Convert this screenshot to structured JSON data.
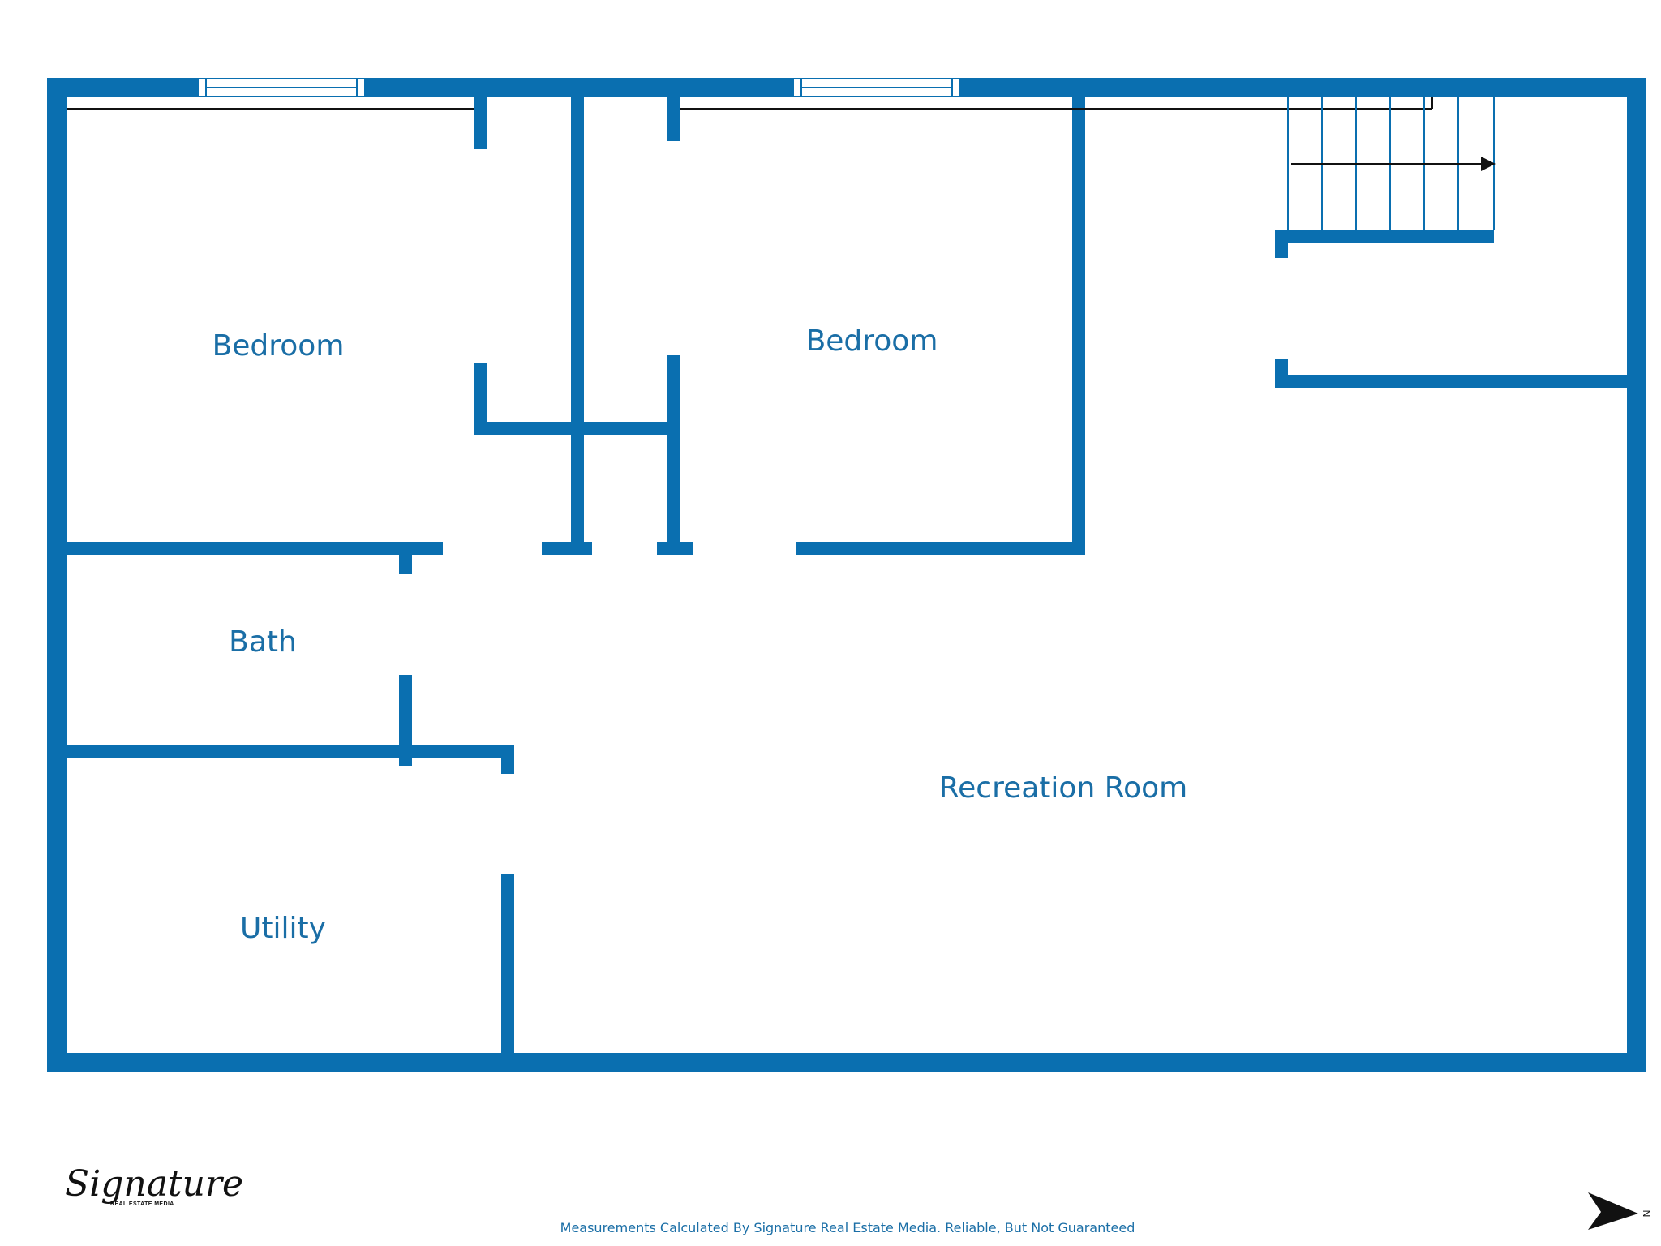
{
  "colors": {
    "wall": "#0a6fb0",
    "label": "#1a6ea6",
    "background": "#ffffff",
    "ink": "#111111"
  },
  "rooms": {
    "bedroom_left": "Bedroom",
    "bedroom_right": "Bedroom",
    "bath": "Bath",
    "utility": "Utility",
    "recreation": "Recreation Room"
  },
  "footer": {
    "disclaimer": "Measurements Calculated By Signature Real Estate Media. Reliable, But Not Guaranteed"
  },
  "logo": {
    "name": "Signature",
    "tagline": "REAL ESTATE MEDIA"
  },
  "compass": {
    "letter": "N",
    "icon": "north-arrow-icon"
  }
}
